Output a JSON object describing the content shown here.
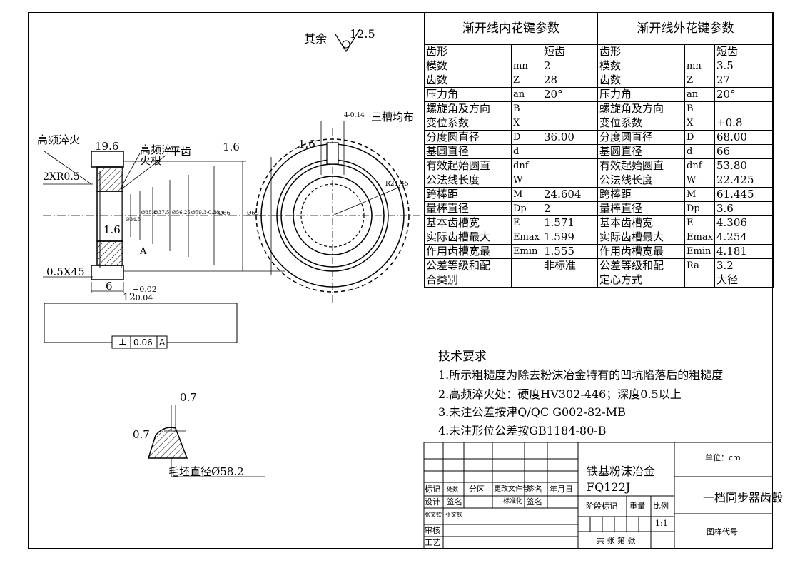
{
  "roughness_note": {
    "label": "其余",
    "value": "12.5"
  },
  "drawing": {
    "labels": {
      "hf_quench": "高频淬火",
      "hf_quench_root": "高频淬火根",
      "flat_tooth": "平齿",
      "dim_196": "19.6",
      "chamfer": "2XR0.5",
      "chamfer2": "0.5X45",
      "ra_left": "1.6",
      "ra_mid": "1.6",
      "ra_gear": "1.6",
      "width_dim": "12",
      "tol_up": "+0.02",
      "tol_low": "-0.04",
      "dim_6": "6",
      "dim_66": "Ø66",
      "dim_69": "Ø69",
      "dim_59": "Ø59.3-0.38",
      "dim_56": "Ø56.25",
      "dim_37": "Ø37.5",
      "dim_35": "Ø35.8",
      "dim_34": "Ø34.5",
      "slot_note": "三槽均布",
      "slot_tol": "4-0.14",
      "r_label": "R21.45",
      "datum": "A"
    },
    "fcf": {
      "symbol": "⊥",
      "value": "0.06",
      "datum": "A"
    },
    "detail": {
      "dim_a": "0.7",
      "dim_b": "0.7",
      "blank_dia": "毛坯直径Ø58.2"
    }
  },
  "spline_table": {
    "inner_title": "渐开线内花键参数",
    "outer_title": "渐开线外花键参数",
    "rows": [
      [
        "齿形",
        "",
        "短齿",
        "齿形",
        "",
        "短齿"
      ],
      [
        "模数",
        "mn",
        "2",
        "模数",
        "mn",
        "3.5"
      ],
      [
        "齿数",
        "Z",
        "28",
        "齿数",
        "Z",
        "27"
      ],
      [
        "压力角",
        "an",
        "20°",
        "压力角",
        "an",
        "20°"
      ],
      [
        "螺旋角及方向",
        "B",
        "",
        "螺旋角及方向",
        "B",
        ""
      ],
      [
        "变位系数",
        "X",
        "",
        "变位系数",
        "X",
        "+0.8"
      ],
      [
        "分度圆直径",
        "D",
        "36.00",
        "分度圆直径",
        "D",
        "68.00"
      ],
      [
        "基圆直径",
        "d",
        "",
        "基圆直径",
        "d",
        "66"
      ],
      [
        "有效起始圆直",
        "dnf",
        "",
        "有效起始圆直",
        "dnf",
        "53.80"
      ],
      [
        "公法线长度",
        "W",
        "",
        "公法线长度",
        "W",
        "22.425"
      ],
      [
        "跨棒距",
        "M",
        "24.604",
        "跨棒距",
        "M",
        "61.445"
      ],
      [
        "量棒直径",
        "Dp",
        "2",
        "量棒直径",
        "Dp",
        "3.6"
      ],
      [
        "基本齿槽宽",
        "E",
        "1.571",
        "基本齿槽宽",
        "E",
        "4.306"
      ],
      [
        "实际齿槽最大",
        "Emax",
        "1.599",
        "实际齿槽最大",
        "Emax",
        "4.254"
      ],
      [
        "作用齿槽宽最",
        "Emin",
        "1.555",
        "作用齿槽宽最",
        "Emin",
        "4.181"
      ],
      [
        "公差等级和配",
        "",
        "非标准",
        "公差等级和配",
        "Ra",
        "3.2"
      ],
      [
        "合类别",
        "",
        "",
        "定心方式",
        "",
        "大径"
      ]
    ]
  },
  "tech_req": {
    "title": "技术要求",
    "items": [
      "1.所示粗糙度为除去粉沫冶金特有的凹坑陷落后的粗糙度",
      "2.高频淬火处：硬度HV302-446；深度0.5以上",
      "3.未注公差按津Q/QC G002-82-MB",
      "4.未注形位公差按GB1184-80-B"
    ]
  },
  "title_block": {
    "material": "铁基粉沫冶金FQ122J",
    "unit": "单位：cm",
    "part_name": "一档同步器齿毂",
    "drawing_no_label": "图样代号",
    "headers": [
      "标记",
      "处数",
      "分区",
      "更改文件号",
      "签名",
      "年月日"
    ],
    "design": "设计",
    "sign": "签名",
    "std": "标准化",
    "sign2": "签名",
    "person1": "张文钦",
    "person2": "张文钦",
    "review": "审核",
    "process": "工艺",
    "stage": "阶段标记",
    "weight": "重量",
    "scale": "比例",
    "scale_val": "1:1",
    "sheets": "共 张 第 张"
  }
}
